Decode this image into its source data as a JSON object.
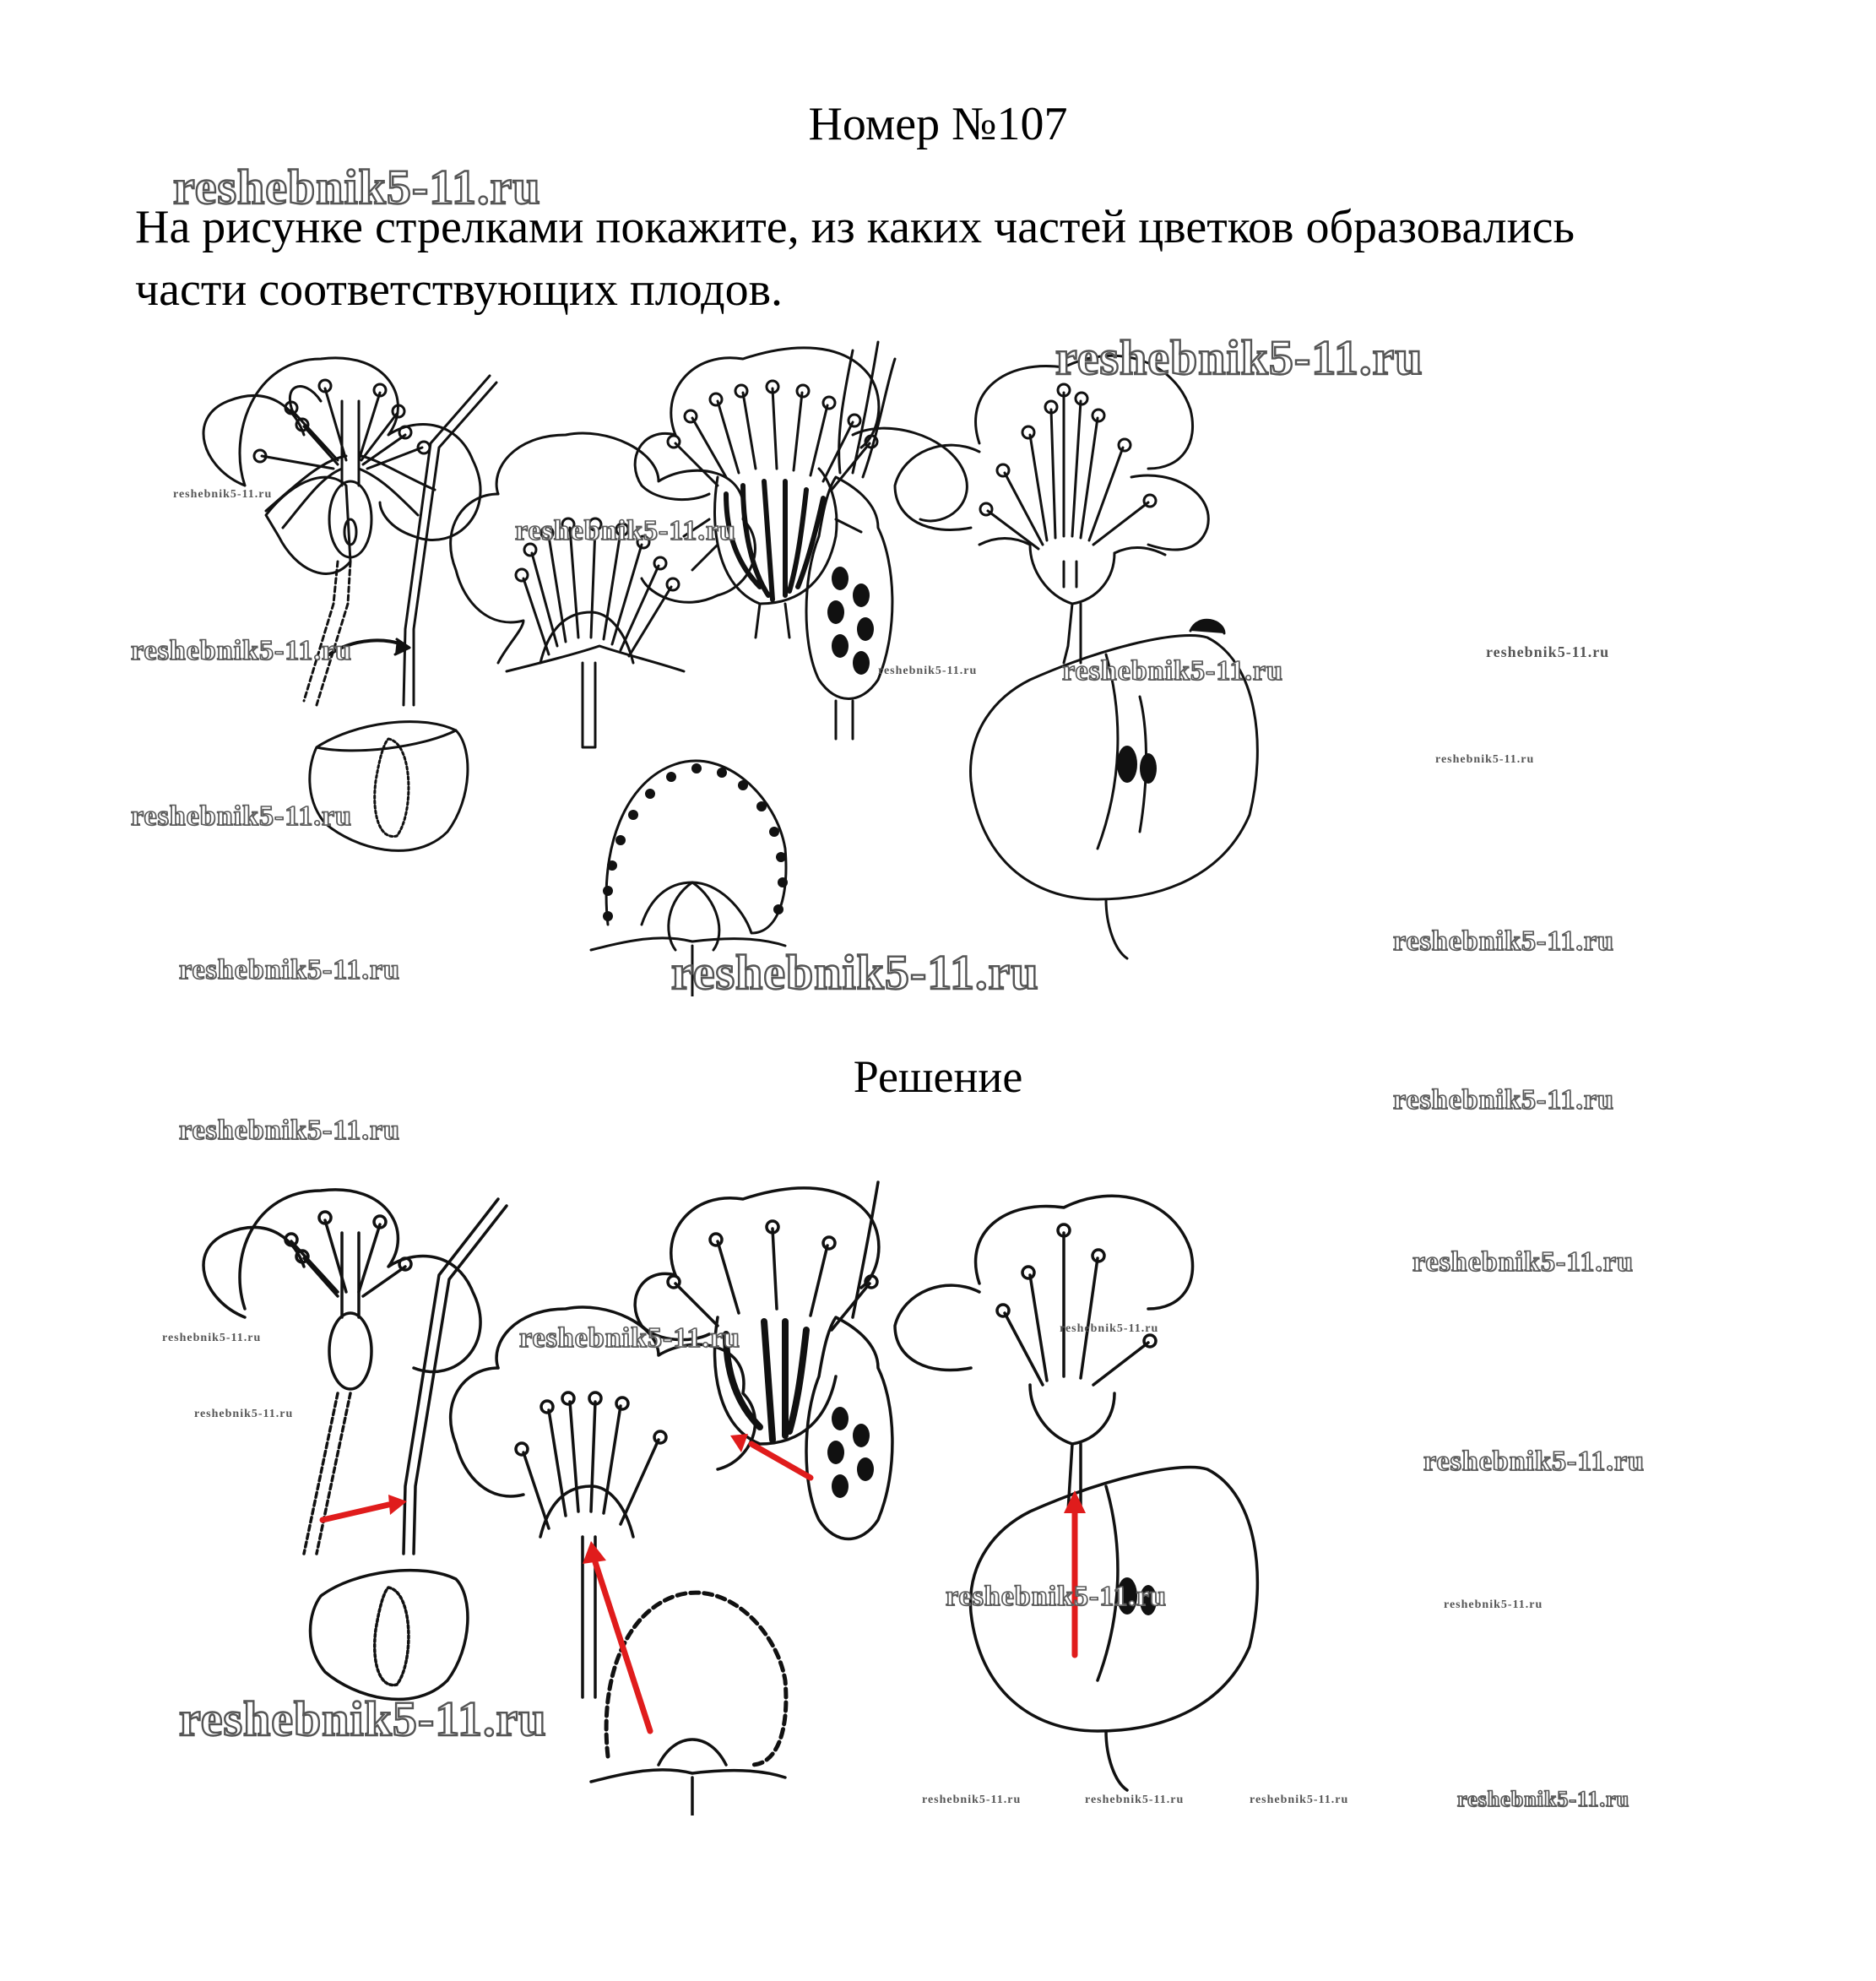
{
  "page": {
    "title": "Номер №107",
    "task_line1": "На рисунке стрелками покажите, из каких частей цветков образовались",
    "task_line2": "части соответствующих плодов.",
    "solution_heading": "Решение"
  },
  "watermark": "reshebnik5-11.ru",
  "colors": {
    "arrow": "#e01c1c",
    "ink": "#111111",
    "watermark_outline": "#5a5a5a"
  }
}
